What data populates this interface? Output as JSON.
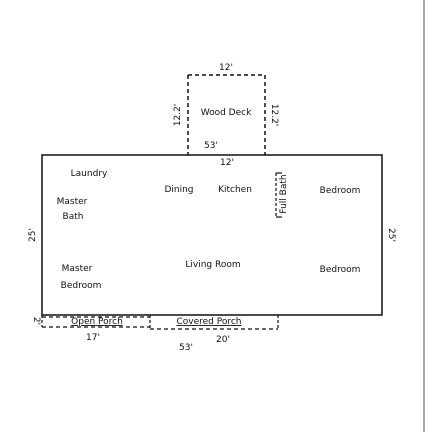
{
  "rooms": {
    "laundry": "Laundry",
    "master_bath_line1": "Master",
    "master_bath_line2": "Bath",
    "master_bedroom_line1": "Master",
    "master_bedroom_line2": "Bedroom",
    "dining": "Dining",
    "kitchen": "Kitchen",
    "full_bath": "Full Bath",
    "bedroom_upper": "Bedroom",
    "bedroom_lower": "Bedroom",
    "living_room": "Living Room"
  },
  "deck": {
    "label": "Wood Deck",
    "top_dim": "12'",
    "left_dim": "12.2'",
    "right_dim": "12.2'",
    "bottom_dim": "12'"
  },
  "house": {
    "top_dim": "53'",
    "bottom_dim": "53'",
    "left_dim": "25'",
    "right_dim": "25'"
  },
  "porches": {
    "open_label": "Open Porch",
    "open_dim": "17'",
    "open_depth": "2'",
    "covered_label": "Covered Porch",
    "covered_dim": "20'"
  },
  "colors": {
    "line": "#111111",
    "background": "#ffffff",
    "border_right": "#555555"
  }
}
